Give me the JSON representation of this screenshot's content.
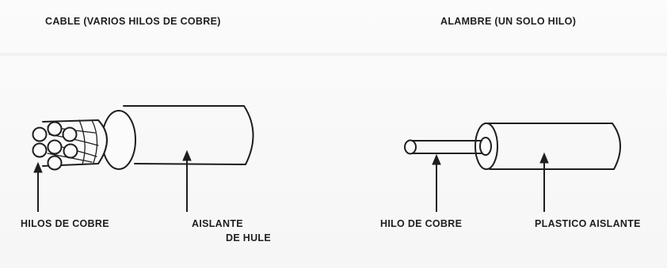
{
  "titles": {
    "cable": "CABLE  (VARIOS HILOS DE COBRE)",
    "alambre": "ALAMBRE (UN SOLO HILO)"
  },
  "labels": {
    "hilos_de_cobre": "HILOS DE COBRE",
    "aislante_line1": "AISLANTE",
    "aislante_line2": "DE HULE",
    "hilo_de_cobre": "HILO DE COBRE",
    "plastico_aislante": "PLASTICO AISLANTE"
  }
}
